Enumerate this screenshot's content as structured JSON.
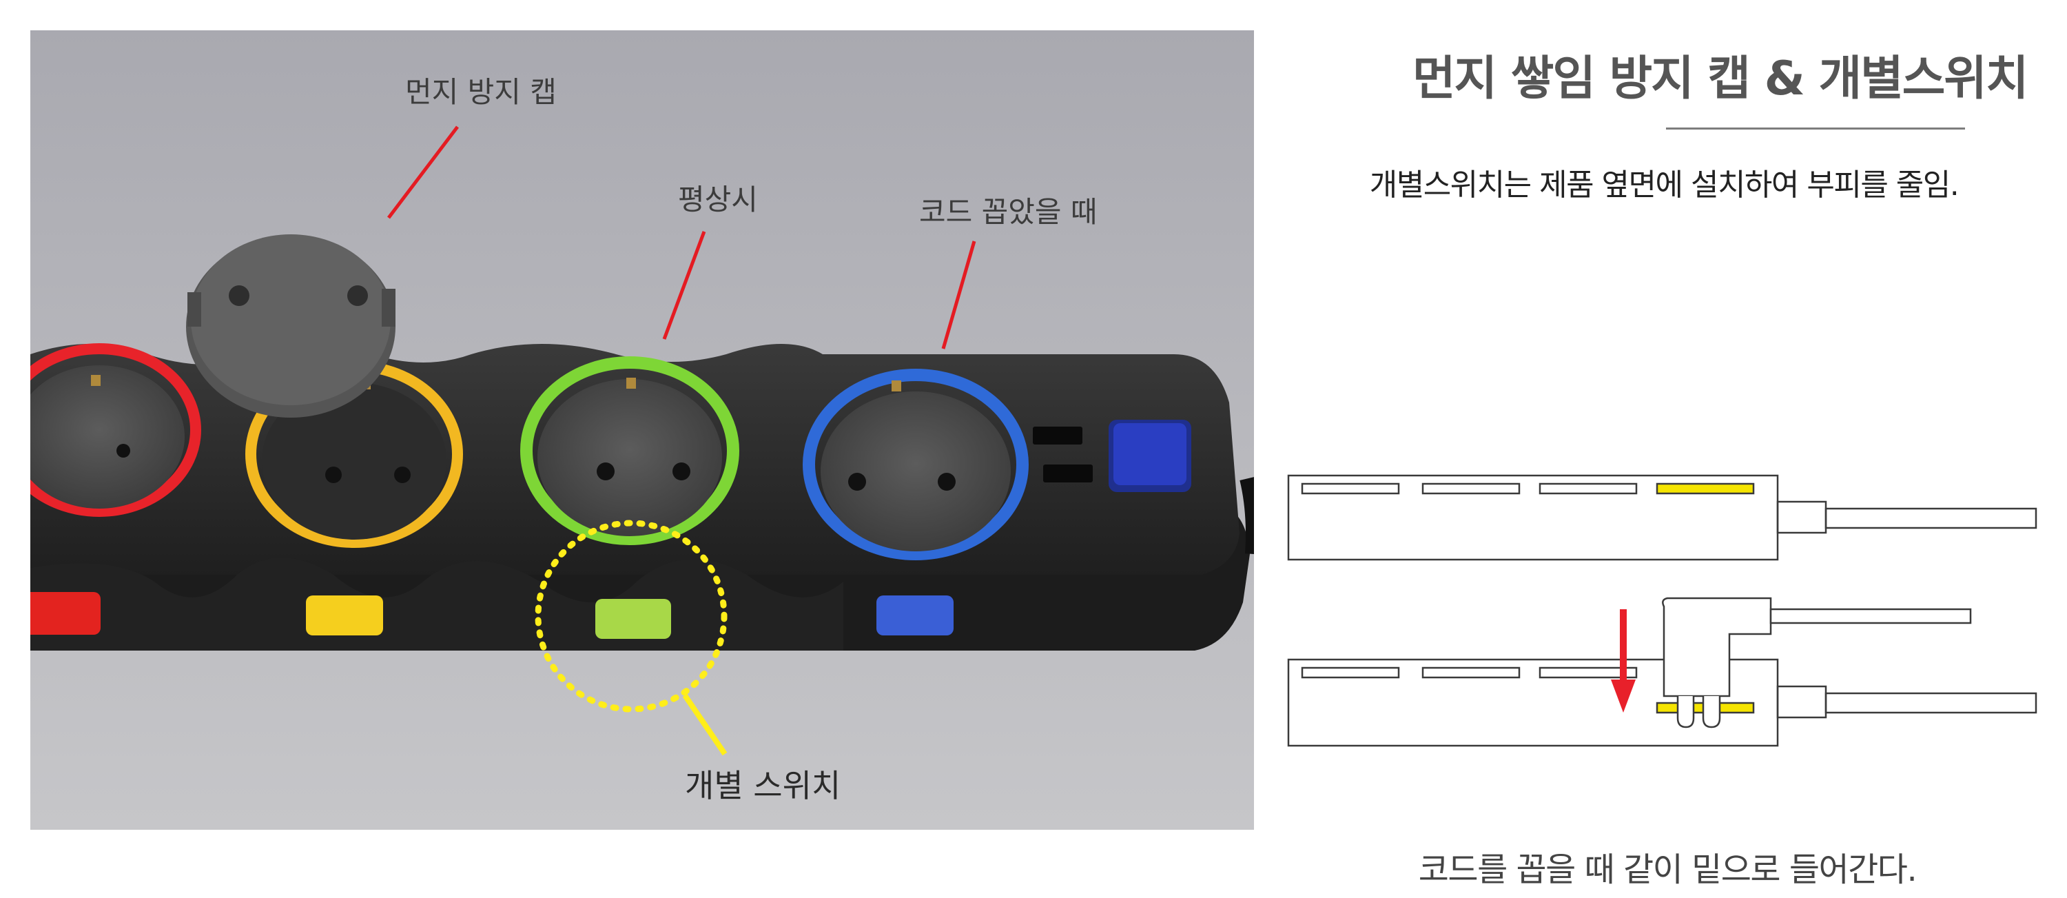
{
  "photo": {
    "labels": {
      "dust_cap": "먼지 방지 캡",
      "normal": "평상시",
      "plugged": "코드 꼽았을 때",
      "individual_switch": "개별 스위치"
    },
    "colors": {
      "background": "#b4b4b9",
      "body": "#262626",
      "ring_red": "#e8232a",
      "ring_yellow": "#f2b821",
      "ring_green": "#7ed636",
      "ring_blue": "#2f6ad8",
      "callout": "#e41b22",
      "switch_highlight": "#ffee1a"
    }
  },
  "header": {
    "title": "먼지 쌓임 방지 캡 & 개별스위치",
    "subtitle": "개별스위치는 제품 옆면에 설치하여 부피를 줄임."
  },
  "diagram": {
    "caption": "코드를 꼽을 때 같이 밑으로 들어간다.",
    "colors": {
      "outline": "#3a3a3a",
      "switch": "#f5e400",
      "arrow": "#e8202a"
    }
  }
}
